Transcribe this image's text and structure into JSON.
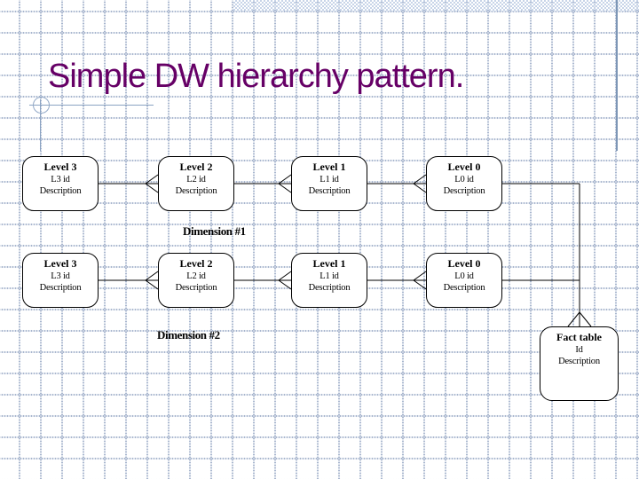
{
  "slide_title": "Simple DW hierarchy pattern.",
  "diagram": {
    "rows": [
      {
        "label": "Dimension #1",
        "boxes": [
          {
            "name": "Level 3",
            "id": "L3 id",
            "desc": "Description"
          },
          {
            "name": "Level 2",
            "id": "L2 id",
            "desc": "Description"
          },
          {
            "name": "Level 1",
            "id": "L1 id",
            "desc": "Description"
          },
          {
            "name": "Level 0",
            "id": "L0 id",
            "desc": "Description"
          }
        ]
      },
      {
        "label": "Dimension #2",
        "boxes": [
          {
            "name": "Level 3",
            "id": "L3 id",
            "desc": "Description"
          },
          {
            "name": "Level 2",
            "id": "L2 id",
            "desc": "Description"
          },
          {
            "name": "Level 1",
            "id": "L1 id",
            "desc": "Description"
          },
          {
            "name": "Level 0",
            "id": "L0 id",
            "desc": "Description"
          }
        ]
      }
    ],
    "fact_table": {
      "name": "Fact table",
      "id": "Id",
      "desc": "Description"
    }
  },
  "colors": {
    "title_text": "#660066",
    "accent_line": "#8ba3c2",
    "hatch_band": "#c7d4e8",
    "connector": "#000000",
    "box_border": "#000000",
    "background": "#ffffff"
  }
}
